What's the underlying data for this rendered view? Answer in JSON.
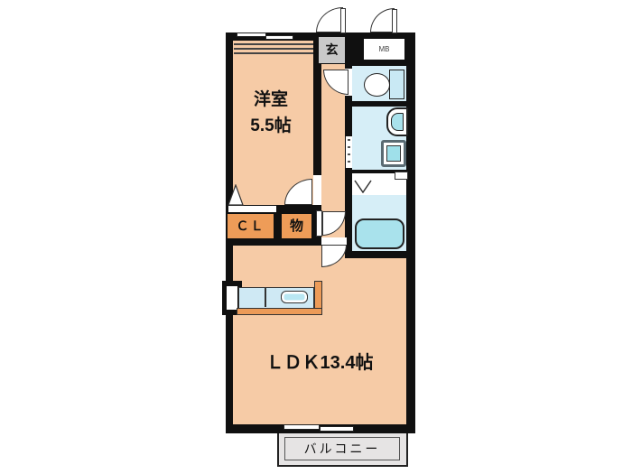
{
  "title": "1LDK apartment floor plan",
  "labels": {
    "western_room": "洋室",
    "western_room_size": "5.5帖",
    "ldk": "ＬＤＫ13.4帖",
    "closet": "ＣＬ",
    "storage": "物",
    "entrance": "玄",
    "meter_box": "MB",
    "balcony": "バルコニー"
  },
  "rooms": [
    {
      "name": "western-room",
      "label": "洋室",
      "size": "5.5帖"
    },
    {
      "name": "ldk",
      "label": "ＬＤＫ",
      "size": "13.4帖"
    },
    {
      "name": "closet",
      "label": "ＣＬ"
    },
    {
      "name": "storage",
      "label": "物"
    },
    {
      "name": "entrance",
      "label": "玄"
    },
    {
      "name": "meter-box",
      "label": "MB"
    },
    {
      "name": "toilet-room"
    },
    {
      "name": "washroom"
    },
    {
      "name": "bathroom"
    },
    {
      "name": "balcony",
      "label": "バルコニー"
    }
  ],
  "colors": {
    "wall": "#101010",
    "floor": "#F6CBA6",
    "storage_accent": "#EE9C58",
    "wet_room": "#D6EEF7",
    "fixture_fill": "#A9E2EC",
    "counter_fill": "#CFE9F4",
    "entrance_floor": "#C9C9C9",
    "balcony_floor": "#E6E4E4"
  }
}
